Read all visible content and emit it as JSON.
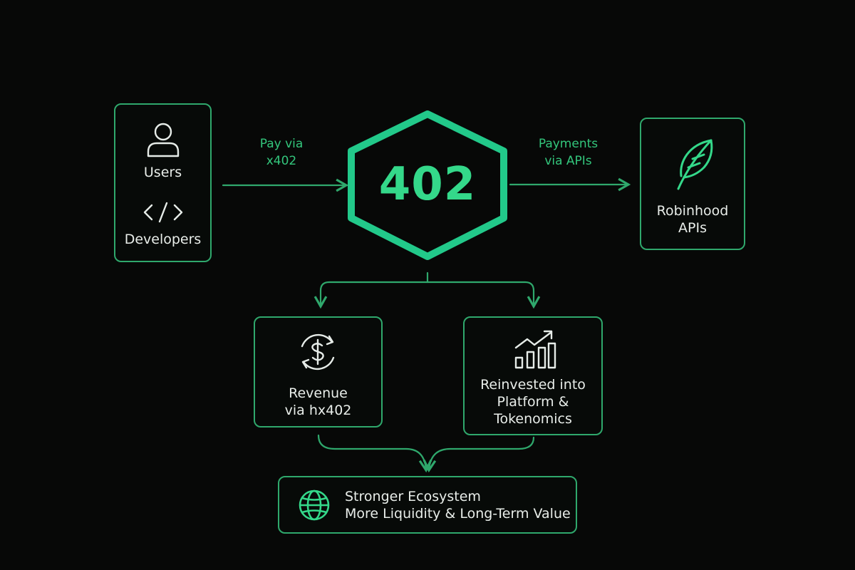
{
  "hub": {
    "label": "402"
  },
  "nodes": {
    "users": "Users",
    "developers": "Developers",
    "robinhood": "Robinhood\nAPIs",
    "revenue": "Revenue\nvia hx402",
    "reinvested": "Reinvested into\nPlatform &\nTokenomics",
    "ecosystem": "Stronger Ecosystem\nMore Liquidity & Long-Term Value"
  },
  "edges": {
    "left": "Pay via\nx402",
    "right": "Payments\nvia APIs"
  },
  "icons": {
    "users": "user-icon",
    "developers": "code-icon",
    "robinhood": "feather-icon",
    "revenue": "dollar-cycle-icon",
    "reinvested": "growth-chart-icon",
    "ecosystem": "globe-icon"
  },
  "colors": {
    "background": "#070807",
    "accent": "#34d88a",
    "border": "#2fa86c",
    "text": "#e8ede9"
  }
}
